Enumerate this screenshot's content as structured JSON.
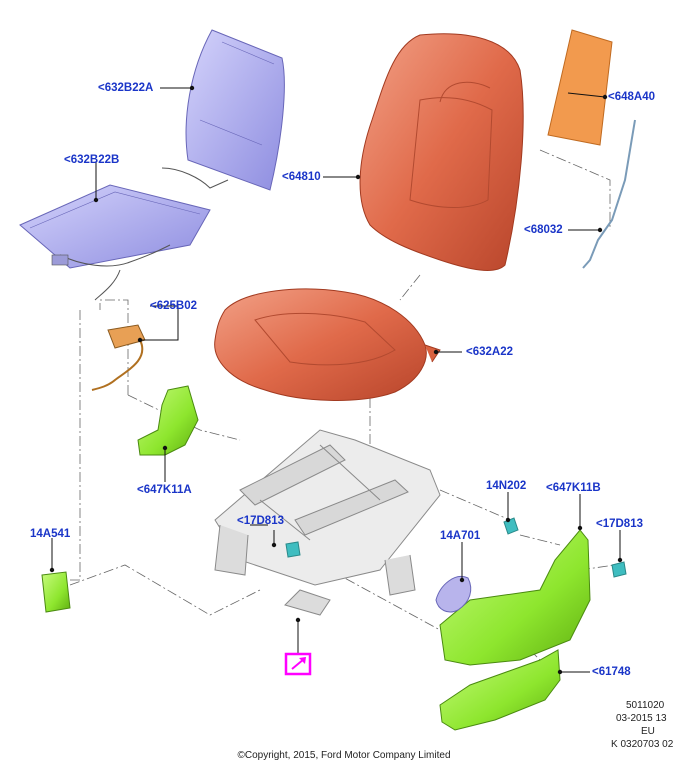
{
  "diagram": {
    "callouts": {
      "c632B22A": "<632B22A",
      "c632B22B": "<632B22B",
      "c64810": "<64810",
      "c648A40": "<648A40",
      "c68032": "<68032",
      "c625B02": "<625B02",
      "c632A22": "<632A22",
      "c647K11A": "<647K11A",
      "c14A541": "14A541",
      "c17D813L": "<17D813",
      "c14N202": "14N202",
      "c647K11B": "<647K11B",
      "c17D813R": "<17D813",
      "c14A701": "14A701",
      "c61748": "<61748"
    },
    "colors": {
      "callout_text": "#1a35c8",
      "backrest_foam": "#e06a4a",
      "seat_cushion": "#d9613f",
      "pad": "#f29a4e",
      "backrest_cover": "#a7a6ee",
      "shield": "#8ee62e",
      "frame": "#d8d8d8",
      "highlight_box": "#ff00ff"
    },
    "icons": {
      "highlight": "arrow-up-right-icon"
    }
  },
  "footer": {
    "code_line1": "5011020",
    "code_line2": "03-2015 13",
    "code_line3": "EU",
    "code_line4": "K 0320703 02",
    "copyright": "©Copyright, 2015, Ford Motor Company Limited"
  }
}
